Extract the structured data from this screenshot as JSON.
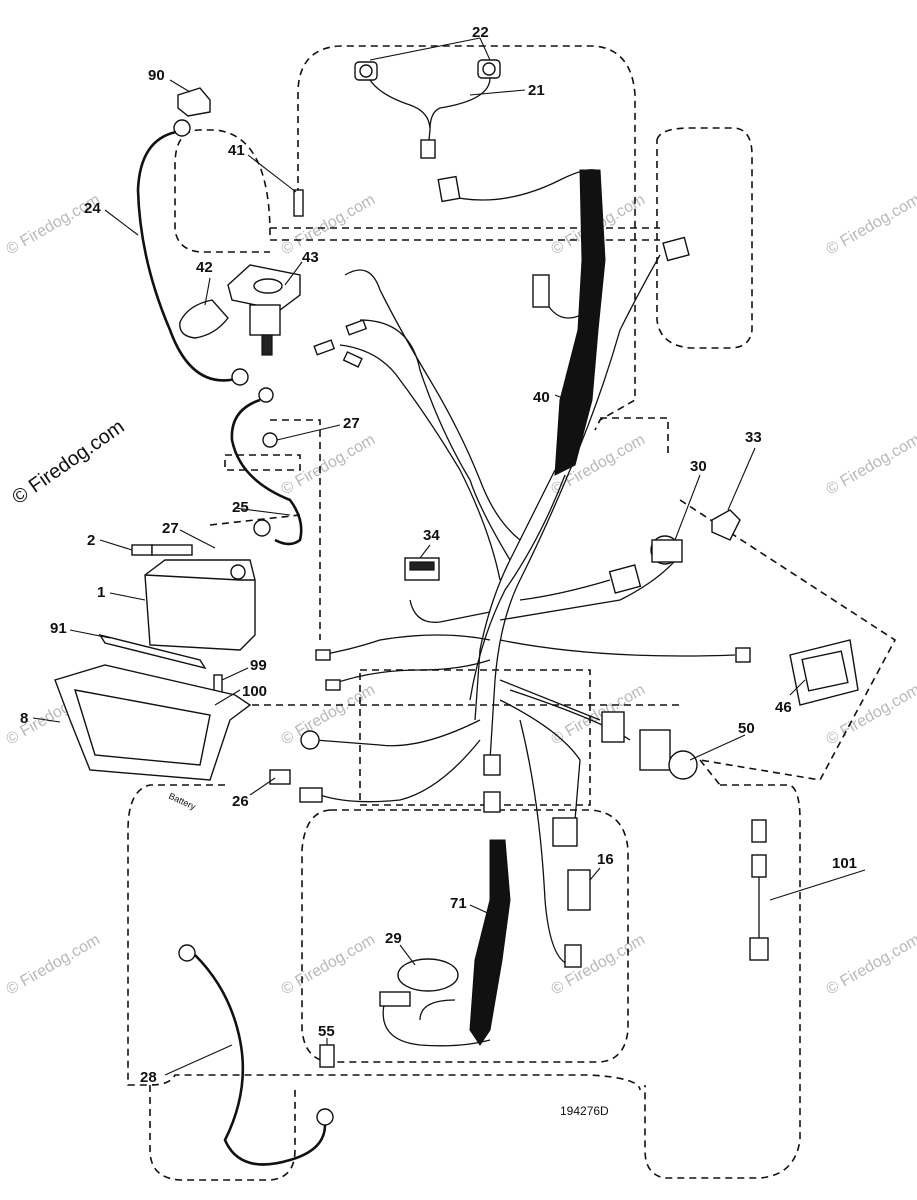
{
  "diagram_number": "194276D",
  "battery_label": "Battery",
  "watermark": "© Firedog.com",
  "callouts": {
    "c1": "1",
    "c2": "2",
    "c8": "8",
    "c16": "16",
    "c21": "21",
    "c22": "22",
    "c24": "24",
    "c25": "25",
    "c26": "26",
    "c27a": "27",
    "c27b": "27",
    "c28": "28",
    "c29": "29",
    "c30": "30",
    "c33": "33",
    "c34": "34",
    "c40": "40",
    "c41": "41",
    "c42": "42",
    "c43": "43",
    "c46": "46",
    "c50": "50",
    "c55": "55",
    "c71": "71",
    "c90": "90",
    "c91": "91",
    "c99": "99",
    "c100": "100",
    "c101": "101"
  }
}
